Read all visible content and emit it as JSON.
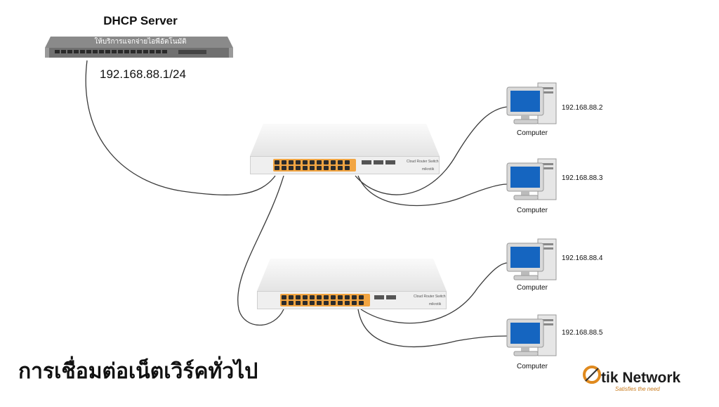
{
  "dhcp": {
    "title": "DHCP Server",
    "label": "ให้บริการแจกจ่ายไอพีอัตโนมัติ",
    "ip": "192.168.88.1/24"
  },
  "switches": [
    {
      "name": "Cloud Router Switch",
      "brand": "mikrotik"
    },
    {
      "name": "Cloud Router Switch",
      "brand": "mikrotik"
    }
  ],
  "computers": [
    {
      "label": "Computer",
      "ip": "192.168.88.2"
    },
    {
      "label": "Computer",
      "ip": "192.168.88.3"
    },
    {
      "label": "Computer",
      "ip": "192.168.88.4"
    },
    {
      "label": "Computer",
      "ip": "192.168.88.5"
    }
  ],
  "caption": "การเชื่อมต่อเน็ตเวิร์คทั่วไป",
  "logo": {
    "text": "tik Network",
    "mark": "O",
    "tagline": "Satisfies the need",
    "color": "#e08a1e"
  }
}
